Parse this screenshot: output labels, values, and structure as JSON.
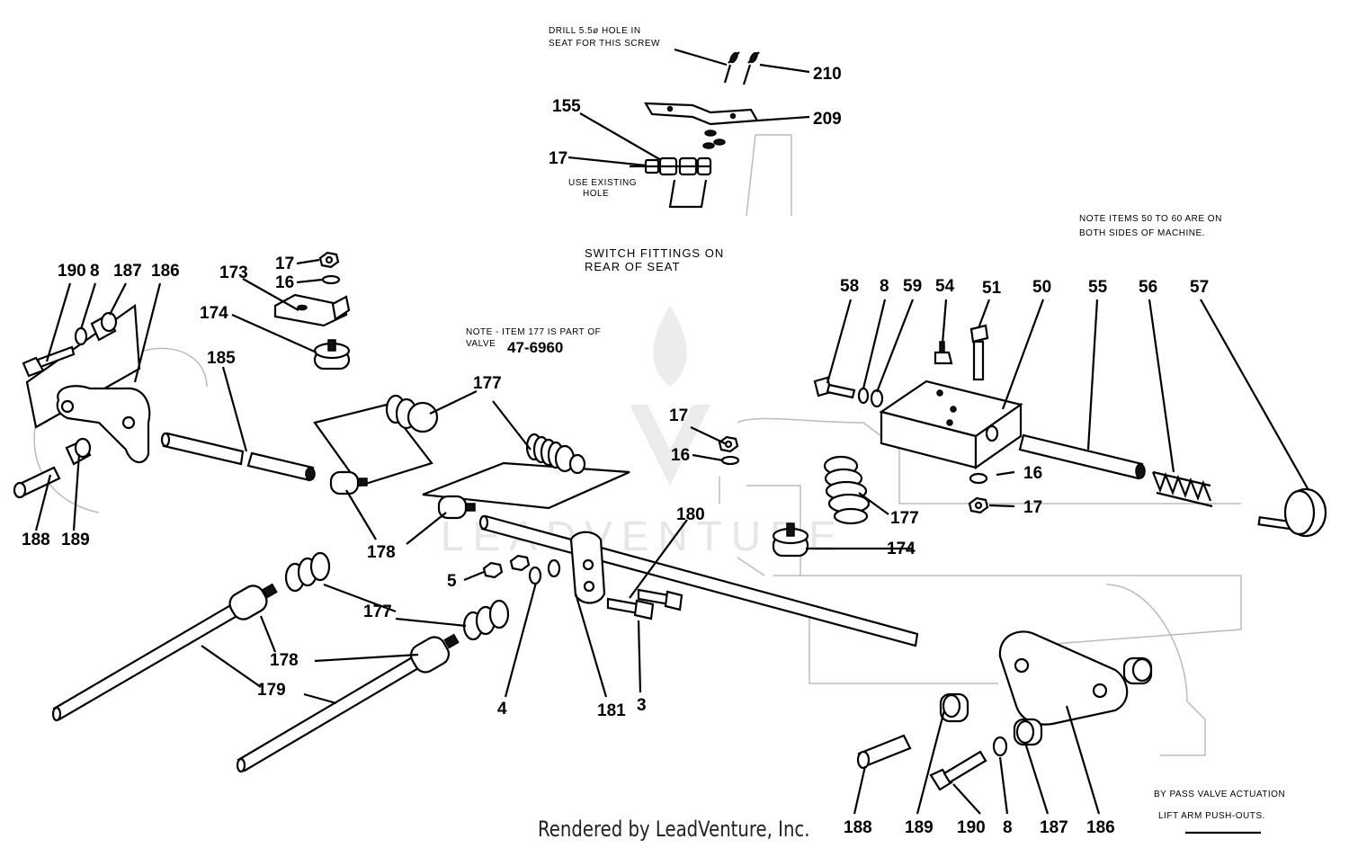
{
  "diagram": {
    "notes": {
      "drill": [
        "DRILL 5.5ø HOLE IN",
        "SEAT FOR THIS SCREW"
      ],
      "use_existing": [
        "USE EXISTING",
        "HOLE"
      ],
      "switch": [
        "SWITCH FITTINGS ON",
        "REAR OF SEAT"
      ],
      "items": [
        "NOTE  ITEMS 50 TO 60 ARE ON",
        "BOTH SIDES OF MACHINE."
      ],
      "item177": [
        "NOTE - ITEM 177 IS PART OF",
        "VALVE"
      ],
      "item177_valve": "47-6960",
      "bypass": [
        "BY PASS VALVE ACTUATION",
        "LIFT ARM PUSH-OUTS."
      ]
    },
    "callouts": {
      "c210": "210",
      "c209": "209",
      "c155": "155",
      "c17_top": "17",
      "c190_l": "190",
      "c8_l": "8",
      "c187_l": "187",
      "c186_l": "186",
      "c173": "173",
      "c17_a": "17",
      "c16_a": "16",
      "c174_a": "174",
      "c185": "185",
      "c177_a": "177",
      "c188_l": "188",
      "c189_l": "189",
      "c178_a": "178",
      "c17_b": "17",
      "c16_b": "16",
      "c177_b": "177",
      "c174_b": "174",
      "c180": "180",
      "c5": "5",
      "c177_c": "177",
      "c178_b": "178",
      "c179": "179",
      "c4": "4",
      "c181": "181",
      "c3": "3",
      "c58": "58",
      "c8_r": "8",
      "c59": "59",
      "c54": "54",
      "c51": "51",
      "c50": "50",
      "c55": "55",
      "c56": "56",
      "c57": "57",
      "c16_c": "16",
      "c17_c": "17",
      "c188_r": "188",
      "c189_r": "189",
      "c190_r": "190",
      "c8_b": "8",
      "c187_r": "187",
      "c186_r": "186"
    },
    "watermark": "LEADVENTURE"
  },
  "footer": {
    "credit": "Rendered by LeadVenture, Inc."
  }
}
